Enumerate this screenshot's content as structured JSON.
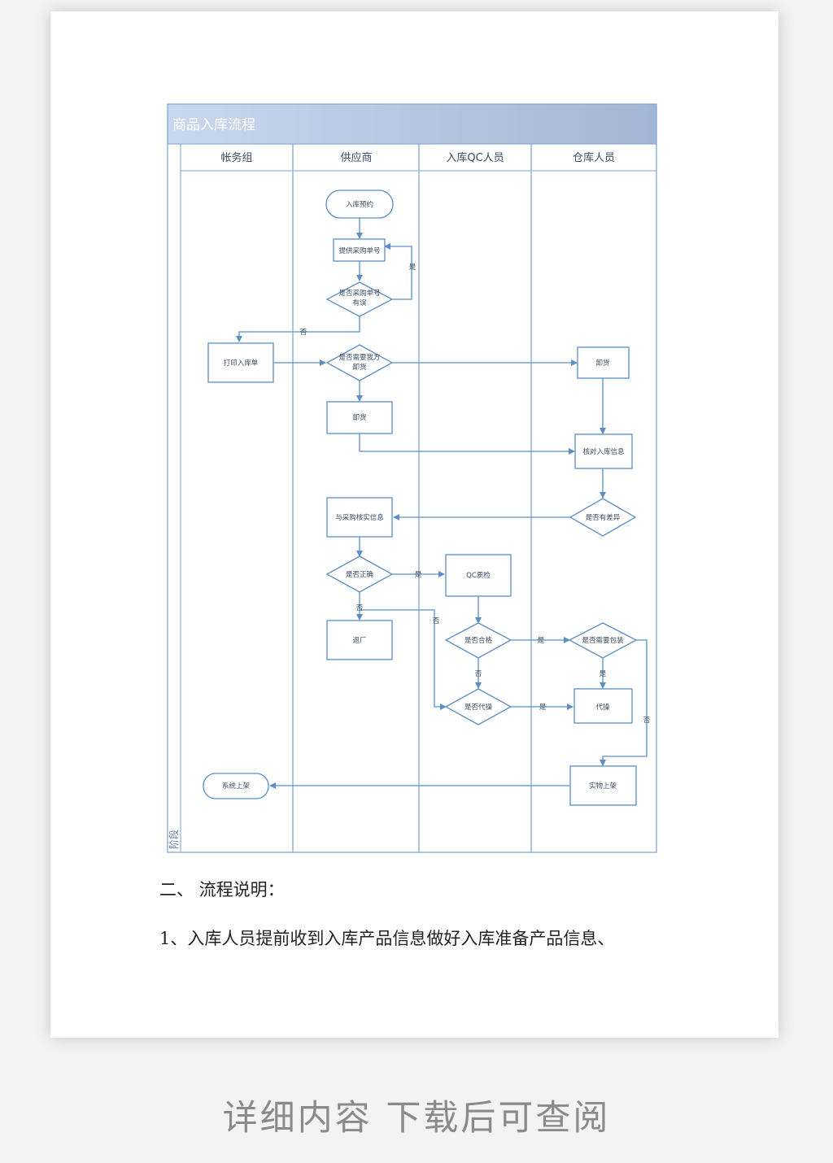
{
  "diagram": {
    "title": "商品入库流程",
    "phase_label": "阶段",
    "lanes": [
      "帐务组",
      "供应商",
      "入库QC人员",
      "仓库人员"
    ],
    "nodes": {
      "start": "入库预约",
      "provide_po": "提供采购单号",
      "po_error": [
        "是否采购单号",
        "有误"
      ],
      "print_receipt": "打印入库单",
      "need_unload": [
        "是否需要我方",
        "卸货"
      ],
      "unload_supplier": "卸货",
      "unload_warehouse": "卸货",
      "verify_info": "核对入库信息",
      "has_difference": "是否有差异",
      "check_with_purchase": "与采购核实信息",
      "is_correct": "是否正确",
      "qc_check": "QC质检",
      "return_factory": "退厂",
      "is_qualified": "是否合格",
      "need_packaging": "是否需要包装",
      "is_processing": "是否代操",
      "processing": "代操",
      "physical_shelving": "实物上架",
      "system_shelving": "系统上架"
    },
    "edge_labels": {
      "yes": "是",
      "no": "否"
    },
    "colors": {
      "line": "#5b8ec6",
      "border": "#7aa0cc",
      "header_start": "#c8d6ec",
      "header_end": "#a7b8d6",
      "text": "#3b4d66"
    }
  },
  "section_heading": "二、 流程说明：",
  "paragraph_1": "1、入库人员提前收到入库产品信息做好入库准备产品信息、",
  "footer_cta": "详细内容 下载后可查阅"
}
